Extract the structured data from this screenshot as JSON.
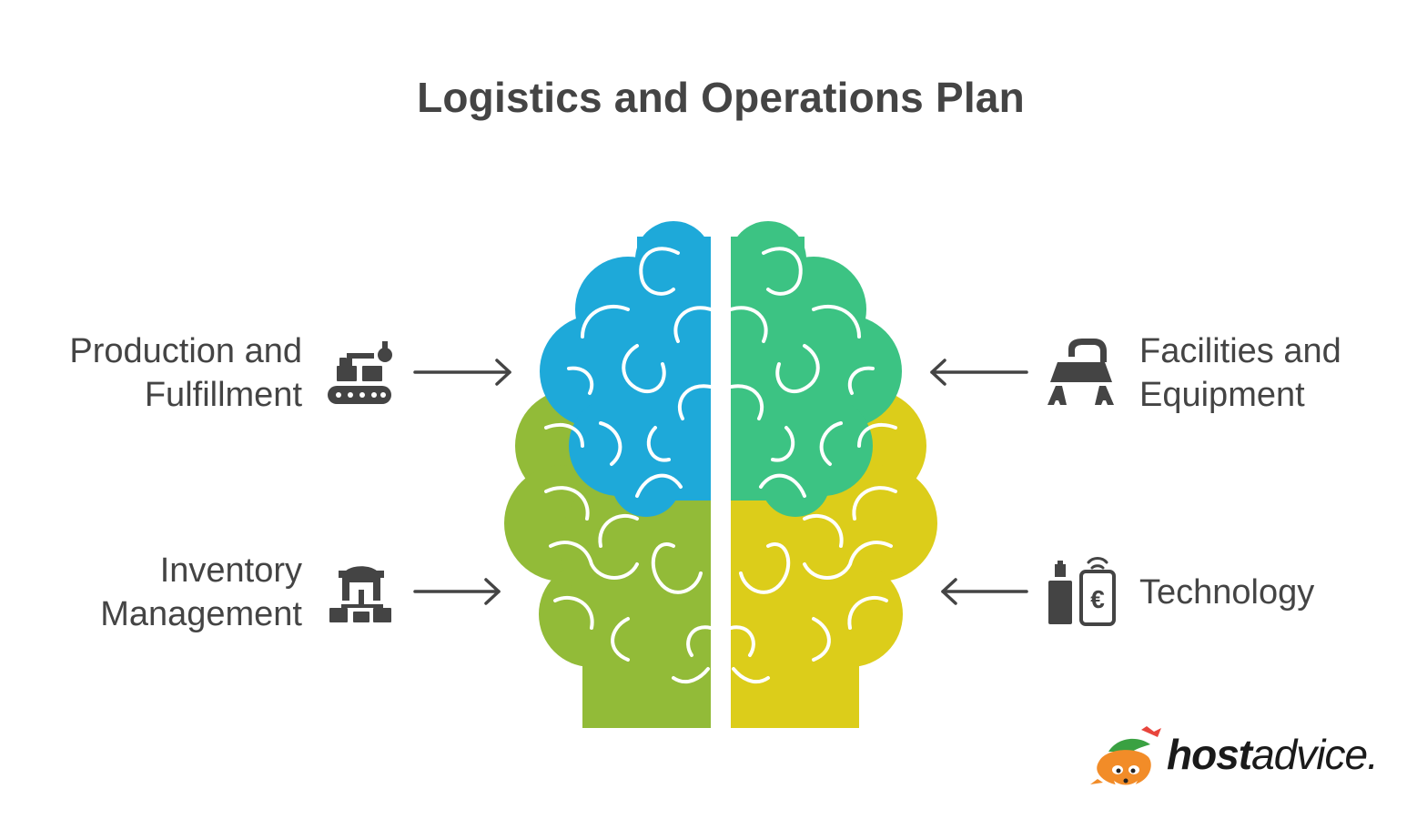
{
  "title": "Logistics and Operations Plan",
  "items": [
    {
      "id": "production",
      "lines": [
        "Production and",
        "Fulfillment"
      ],
      "side": "left",
      "icon": "conveyor-robot-icon"
    },
    {
      "id": "inventory",
      "lines": [
        "Inventory",
        "Management"
      ],
      "side": "left",
      "icon": "warehouse-network-icon"
    },
    {
      "id": "facilities",
      "lines": [
        "Facilities and",
        "Equipment"
      ],
      "side": "right",
      "icon": "workbench-icon"
    },
    {
      "id": "technology",
      "lines": [
        "Technology"
      ],
      "side": "right",
      "icon": "phone-payment-icon"
    }
  ],
  "colors": {
    "blue": "#1ea9d9",
    "green": "#3cc383",
    "olive": "#92bb38",
    "yellow": "#dccd1a",
    "text": "#444444"
  },
  "logo": {
    "host": "host",
    "advice": "advice."
  }
}
